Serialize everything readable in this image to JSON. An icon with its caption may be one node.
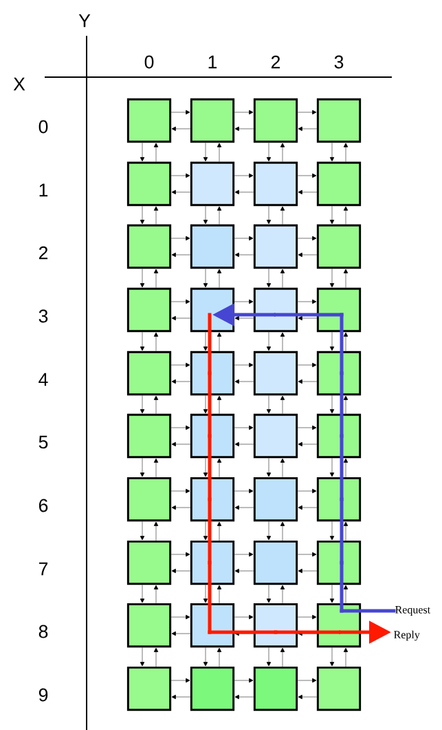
{
  "diagram": {
    "nodes": [
      {
        "text": [],
        "shape": "box"
      },
      {
        "text": [],
        "shape": "box"
      },
      {
        "text": [],
        "shape": "box"
      },
      {
        "text": [],
        "shape": "box"
      },
      {
        "text": [],
        "shape": "box"
      },
      {
        "text": [],
        "shape": "box"
      },
      {
        "text": [],
        "shape": "box"
      },
      {
        "text": [],
        "shape": "box"
      },
      {
        "text": [],
        "shape": "box"
      },
      {
        "text": [],
        "shape": "box"
      },
      {
        "text": [],
        "shape": "box"
      },
      {
        "text": [],
        "shape": "box"
      },
      {
        "text": [],
        "shape": "box"
      },
      {
        "text": [],
        "shape": "box"
      },
      {
        "text": [],
        "shape": "box"
      },
      {
        "text": [],
        "shape": "box"
      },
      {
        "text": [],
        "shape": "box"
      },
      {
        "text": [],
        "shape": "box"
      },
      {
        "text": [],
        "shape": "box"
      },
      {
        "text": [],
        "shape": "box"
      },
      {
        "text": [],
        "shape": "box"
      },
      {
        "text": [],
        "shape": "box"
      },
      {
        "text": [],
        "shape": "box"
      },
      {
        "text": [],
        "shape": "box"
      },
      {
        "text": [],
        "shape": "box"
      },
      {
        "text": [],
        "shape": "box"
      },
      {
        "text": [],
        "shape": "box"
      },
      {
        "text": [],
        "shape": "box"
      },
      {
        "text": [],
        "shape": "box"
      },
      {
        "text": [],
        "shape": "box"
      },
      {
        "text": [],
        "shape": "box"
      },
      {
        "text": [],
        "shape": "box"
      },
      {
        "text": [],
        "shape": "box"
      },
      {
        "text": [],
        "shape": "box"
      },
      {
        "text": [],
        "shape": "box"
      },
      {
        "text": [],
        "shape": "box"
      },
      {
        "text": [],
        "shape": "box"
      },
      {
        "text": [],
        "shape": "box"
      },
      {
        "text": [],
        "shape": "box"
      },
      {
        "text": [],
        "shape": "box"
      },
      {
        "text": [
          "Request"
        ]
      },
      {
        "text": [
          "Reply"
        ]
      }
    ],
    "edges": [
      {
        "from": 0,
        "to": 1,
        "arrow": "to"
      },
      {
        "from": 1,
        "to": 0,
        "arrow": "to"
      },
      {
        "from": 1,
        "to": 2,
        "arrow": "to"
      },
      {
        "from": 2,
        "to": 1,
        "arrow": "to"
      },
      {
        "from": 2,
        "to": 3,
        "arrow": "to"
      },
      {
        "from": 3,
        "to": 2,
        "arrow": "to"
      },
      {
        "from": 4,
        "to": 5,
        "arrow": "to"
      },
      {
        "from": 5,
        "to": 4,
        "arrow": "to"
      },
      {
        "from": 5,
        "to": 6,
        "arrow": "to"
      },
      {
        "from": 6,
        "to": 5,
        "arrow": "to"
      },
      {
        "from": 6,
        "to": 7,
        "arrow": "to"
      },
      {
        "from": 7,
        "to": 6,
        "arrow": "to"
      },
      {
        "from": 8,
        "to": 9,
        "arrow": "to"
      },
      {
        "from": 9,
        "to": 8,
        "arrow": "to"
      },
      {
        "from": 9,
        "to": 10,
        "arrow": "to"
      },
      {
        "from": 10,
        "to": 9,
        "arrow": "to"
      },
      {
        "from": 10,
        "to": 11,
        "arrow": "to"
      },
      {
        "from": 11,
        "to": 10,
        "arrow": "to"
      },
      {
        "from": 12,
        "to": 13,
        "arrow": "to"
      },
      {
        "from": 13,
        "to": 12,
        "arrow": "to"
      },
      {
        "from": 13,
        "to": 14,
        "arrow": "to"
      },
      {
        "from": 14,
        "to": 13,
        "arrow": "to"
      },
      {
        "from": 14,
        "to": 15,
        "arrow": "to"
      },
      {
        "from": 15,
        "to": 14,
        "arrow": "to"
      },
      {
        "from": 16,
        "to": 17,
        "arrow": "to"
      },
      {
        "from": 17,
        "to": 16,
        "arrow": "to"
      },
      {
        "from": 17,
        "to": 18,
        "arrow": "to"
      },
      {
        "from": 18,
        "to": 17,
        "arrow": "to"
      },
      {
        "from": 18,
        "to": 19,
        "arrow": "to"
      },
      {
        "from": 19,
        "to": 18,
        "arrow": "to"
      },
      {
        "from": 20,
        "to": 21,
        "arrow": "to"
      },
      {
        "from": 21,
        "to": 20,
        "arrow": "to"
      },
      {
        "from": 21,
        "to": 22,
        "arrow": "to"
      },
      {
        "from": 22,
        "to": 21,
        "arrow": "to"
      },
      {
        "from": 22,
        "to": 23,
        "arrow": "to"
      },
      {
        "from": 23,
        "to": 22,
        "arrow": "to"
      },
      {
        "from": 24,
        "to": 25,
        "arrow": "to"
      },
      {
        "from": 25,
        "to": 24,
        "arrow": "to"
      },
      {
        "from": 25,
        "to": 26,
        "arrow": "to"
      },
      {
        "from": 26,
        "to": 25,
        "arrow": "to"
      },
      {
        "from": 26,
        "to": 27,
        "arrow": "to"
      },
      {
        "from": 27,
        "to": 26,
        "arrow": "to"
      },
      {
        "from": 28,
        "to": 29,
        "arrow": "to"
      },
      {
        "from": 29,
        "to": 28,
        "arrow": "to"
      },
      {
        "from": 29,
        "to": 30,
        "arrow": "to"
      },
      {
        "from": 30,
        "to": 29,
        "arrow": "to"
      },
      {
        "from": 30,
        "to": 31,
        "arrow": "to"
      },
      {
        "from": 31,
        "to": 30,
        "arrow": "to"
      },
      {
        "from": 32,
        "to": 33,
        "arrow": "to"
      },
      {
        "from": 33,
        "to": 32,
        "arrow": "to"
      },
      {
        "from": 33,
        "to": 34,
        "arrow": "to"
      },
      {
        "from": 34,
        "to": 33,
        "arrow": "to"
      },
      {
        "from": 34,
        "to": 35,
        "arrow": "to"
      },
      {
        "from": 35,
        "to": 34,
        "arrow": "to"
      },
      {
        "from": 36,
        "to": 37,
        "arrow": "to"
      },
      {
        "from": 37,
        "to": 36,
        "arrow": "to"
      },
      {
        "from": 37,
        "to": 38,
        "arrow": "to"
      },
      {
        "from": 38,
        "to": 37,
        "arrow": "to"
      },
      {
        "from": 38,
        "to": 39,
        "arrow": "to"
      },
      {
        "from": 39,
        "to": 38,
        "arrow": "to"
      },
      {
        "from": 0,
        "to": 4,
        "arrow": "to"
      },
      {
        "from": 4,
        "to": 0,
        "arrow": "to"
      },
      {
        "from": 1,
        "to": 5,
        "arrow": "to"
      },
      {
        "from": 5,
        "to": 1,
        "arrow": "to"
      },
      {
        "from": 2,
        "to": 6,
        "arrow": "to"
      },
      {
        "from": 6,
        "to": 2,
        "arrow": "to"
      },
      {
        "from": 3,
        "to": 7,
        "arrow": "to"
      },
      {
        "from": 7,
        "to": 3,
        "arrow": "to"
      },
      {
        "from": 4,
        "to": 8,
        "arrow": "to"
      },
      {
        "from": 8,
        "to": 4,
        "arrow": "to"
      },
      {
        "from": 5,
        "to": 9,
        "arrow": "to"
      },
      {
        "from": 9,
        "to": 5,
        "arrow": "to"
      },
      {
        "from": 6,
        "to": 10,
        "arrow": "to"
      },
      {
        "from": 10,
        "to": 6,
        "arrow": "to"
      },
      {
        "from": 7,
        "to": 11,
        "arrow": "to"
      },
      {
        "from": 11,
        "to": 7,
        "arrow": "to"
      },
      {
        "from": 8,
        "to": 12,
        "arrow": "to"
      },
      {
        "from": 12,
        "to": 8,
        "arrow": "to"
      },
      {
        "from": 9,
        "to": 13,
        "arrow": "to"
      },
      {
        "from": 13,
        "to": 9,
        "arrow": "to"
      },
      {
        "from": 10,
        "to": 14,
        "arrow": "to"
      },
      {
        "from": 14,
        "to": 10,
        "arrow": "to"
      },
      {
        "from": 11,
        "to": 15,
        "arrow": "to"
      },
      {
        "from": 15,
        "to": 11,
        "arrow": "to"
      },
      {
        "from": 12,
        "to": 16,
        "arrow": "to"
      },
      {
        "from": 16,
        "to": 12,
        "arrow": "to"
      },
      {
        "from": 13,
        "to": 17,
        "arrow": "to"
      },
      {
        "from": 17,
        "to": 13,
        "arrow": "to"
      },
      {
        "from": 14,
        "to": 18,
        "arrow": "to"
      },
      {
        "from": 18,
        "to": 14,
        "arrow": "to"
      },
      {
        "from": 15,
        "to": 19,
        "arrow": "to"
      },
      {
        "from": 19,
        "to": 15,
        "arrow": "to"
      },
      {
        "from": 16,
        "to": 20,
        "arrow": "to"
      },
      {
        "from": 20,
        "to": 16,
        "arrow": "to"
      },
      {
        "from": 17,
        "to": 21,
        "arrow": "to"
      },
      {
        "from": 21,
        "to": 17,
        "arrow": "to"
      },
      {
        "from": 18,
        "to": 22,
        "arrow": "to"
      },
      {
        "from": 22,
        "to": 18,
        "arrow": "to"
      },
      {
        "from": 19,
        "to": 23,
        "arrow": "to"
      },
      {
        "from": 23,
        "to": 19,
        "arrow": "to"
      },
      {
        "from": 20,
        "to": 24,
        "arrow": "to"
      },
      {
        "from": 24,
        "to": 20,
        "arrow": "to"
      },
      {
        "from": 21,
        "to": 25,
        "arrow": "to"
      },
      {
        "from": 25,
        "to": 21,
        "arrow": "to"
      },
      {
        "from": 22,
        "to": 26,
        "arrow": "to"
      },
      {
        "from": 26,
        "to": 22,
        "arrow": "to"
      },
      {
        "from": 23,
        "to": 27,
        "arrow": "to"
      },
      {
        "from": 27,
        "to": 23,
        "arrow": "to"
      },
      {
        "from": 24,
        "to": 28,
        "arrow": "to"
      },
      {
        "from": 28,
        "to": 24,
        "arrow": "to"
      },
      {
        "from": 25,
        "to": 29,
        "arrow": "to"
      },
      {
        "from": 29,
        "to": 25,
        "arrow": "to"
      },
      {
        "from": 26,
        "to": 30,
        "arrow": "to"
      },
      {
        "from": 30,
        "to": 26,
        "arrow": "to"
      },
      {
        "from": 27,
        "to": 31,
        "arrow": "to"
      },
      {
        "from": 31,
        "to": 27,
        "arrow": "to"
      },
      {
        "from": 28,
        "to": 32,
        "arrow": "to"
      },
      {
        "from": 32,
        "to": 28,
        "arrow": "to"
      },
      {
        "from": 29,
        "to": 33,
        "arrow": "to"
      },
      {
        "from": 33,
        "to": 29,
        "arrow": "to"
      },
      {
        "from": 30,
        "to": 34,
        "arrow": "to"
      },
      {
        "from": 34,
        "to": 30,
        "arrow": "to"
      },
      {
        "from": 31,
        "to": 35,
        "arrow": "to"
      },
      {
        "from": 35,
        "to": 31,
        "arrow": "to"
      },
      {
        "from": 32,
        "to": 36,
        "arrow": "to"
      },
      {
        "from": 36,
        "to": 32,
        "arrow": "to"
      },
      {
        "from": 33,
        "to": 37,
        "arrow": "to"
      },
      {
        "from": 37,
        "to": 33,
        "arrow": "to"
      },
      {
        "from": 34,
        "to": 38,
        "arrow": "to"
      },
      {
        "from": 38,
        "to": 34,
        "arrow": "to"
      },
      {
        "from": 35,
        "to": 39,
        "arrow": "to"
      },
      {
        "from": 39,
        "to": 35,
        "arrow": "to"
      },
      {
        "from": 40,
        "to": 35,
        "arrow": "none",
        "style": "thick",
        "color": "#4646d2"
      },
      {
        "from": 35,
        "to": 31,
        "arrow": "none",
        "style": "thick",
        "color": "#4646d2"
      },
      {
        "from": 31,
        "to": 27,
        "arrow": "none",
        "style": "thick",
        "color": "#4646d2"
      },
      {
        "from": 27,
        "to": 23,
        "arrow": "none",
        "style": "thick",
        "color": "#4646d2"
      },
      {
        "from": 23,
        "to": 19,
        "arrow": "none",
        "style": "thick",
        "color": "#4646d2"
      },
      {
        "from": 19,
        "to": 15,
        "arrow": "none",
        "style": "thick",
        "color": "#4646d2"
      },
      {
        "from": 15,
        "to": 14,
        "arrow": "none",
        "style": "thick",
        "color": "#4646d2"
      },
      {
        "from": 14,
        "to": 13,
        "arrow": "to",
        "style": "thick",
        "color": "#4646d2"
      },
      {
        "from": 13,
        "to": 17,
        "arrow": "none",
        "style": "thick",
        "color": "#ff1a00"
      },
      {
        "from": 17,
        "to": 21,
        "arrow": "none",
        "style": "thick",
        "color": "#ff1a00"
      },
      {
        "from": 21,
        "to": 25,
        "arrow": "none",
        "style": "thick",
        "color": "#ff1a00"
      },
      {
        "from": 25,
        "to": 29,
        "arrow": "none",
        "style": "thick",
        "color": "#ff1a00"
      },
      {
        "from": 29,
        "to": 33,
        "arrow": "none",
        "style": "thick",
        "color": "#ff1a00"
      },
      {
        "from": 33,
        "to": 34,
        "arrow": "none",
        "style": "thick",
        "color": "#ff1a00"
      },
      {
        "from": 34,
        "to": 35,
        "arrow": "none",
        "style": "thick",
        "color": "#ff1a00"
      },
      {
        "from": 35,
        "to": 41,
        "arrow": "to",
        "style": "thick",
        "color": "#ff1a00"
      }
    ],
    "labels": [
      "Y",
      "0",
      "1",
      "2",
      "3",
      "X",
      "0",
      "1",
      "2",
      "3",
      "4",
      "5",
      "6",
      "7",
      "8",
      "9"
    ]
  }
}
